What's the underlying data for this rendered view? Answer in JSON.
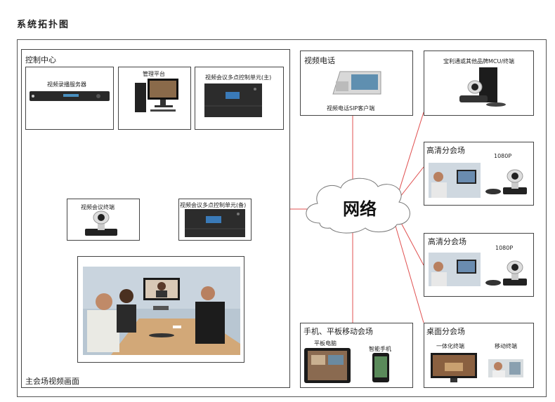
{
  "title": "系统拓扑图",
  "control_center": {
    "label": "控制中心",
    "recording_server": "视频录播服务器",
    "management_platform": "管理平台",
    "mcu_main": "视频会议多点控制单元(主)",
    "video_terminal": "视频会议终端",
    "mcu_backup": "视频会议多点控制单元(备)",
    "main_venue": "主会场视频画面"
  },
  "video_phone": {
    "label": "视频电话",
    "device": "视频电话SIP客户端"
  },
  "other_mcu": "宝利通或其他品牌MCU/终端",
  "hd_venues": [
    {
      "label": "高清分会场",
      "resolution": "1080P"
    },
    {
      "label": "高清分会场",
      "resolution": "1080P"
    }
  ],
  "network": "网络",
  "mobile": {
    "label": "手机、平板移动会场",
    "tablet": "平板电脑",
    "phone": "智能手机"
  },
  "desktop": {
    "label": "桌面分会场",
    "all_in_one": "一体化终端",
    "mobile_terminal": "移动终端"
  },
  "colors": {
    "bus": "#d42020",
    "link": "#e05050",
    "frame": "#444444"
  }
}
